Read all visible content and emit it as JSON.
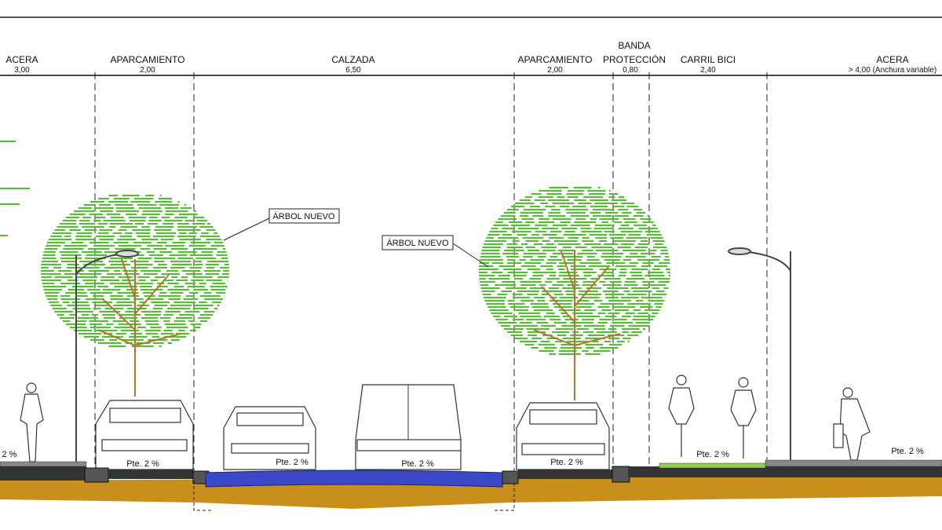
{
  "sections": [
    {
      "name": "ACERA",
      "width": "3,00"
    },
    {
      "name": "APARCAMIENTO",
      "width": "2,00"
    },
    {
      "name": "CALZADA",
      "width": "6,50"
    },
    {
      "name": "APARCAMIENTO",
      "width": "2,00"
    },
    {
      "name_line1": "BANDA",
      "name": "PROTECCIÓN",
      "width": "0,80"
    },
    {
      "name": "CARRIL BICI",
      "width": "2,40"
    },
    {
      "name": "ACERA",
      "width": "> 4,00 (Anchura variable)"
    }
  ],
  "tree_labels": [
    "ÁRBOL NUEVO",
    "ÁRBOL NUEVO"
  ],
  "slope_labels": [
    "2 %",
    "Pte. 2 %",
    "Pte. 2 %",
    "Pte. 2 %",
    "Pte. 2 %",
    "Pte. 2 %",
    "Pte. 2 %"
  ],
  "colors": {
    "tree": "#5cb83a",
    "trunk": "#b8732e",
    "road": "#3b48c8",
    "subbase": "#c8901a",
    "bike_lane": "#8fd14f"
  }
}
